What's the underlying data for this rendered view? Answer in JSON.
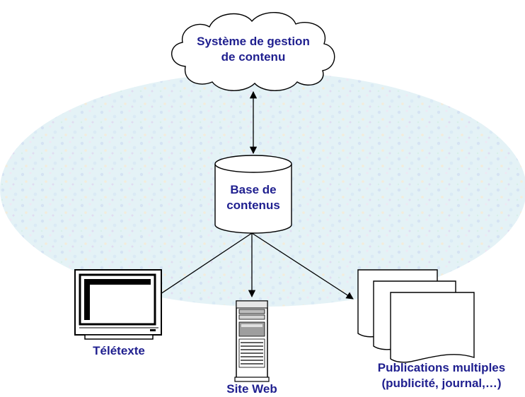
{
  "nodes": {
    "cms": {
      "line1": "Système de gestion",
      "line2": "de contenu"
    },
    "database": {
      "line1": "Base de",
      "line2": "contenus"
    },
    "teletext": {
      "label": "Télétexte"
    },
    "website": {
      "label": "Site Web"
    },
    "publications": {
      "line1": "Publications multiples",
      "line2": "(publicité, journal,…)"
    }
  },
  "colors": {
    "label_text": "#1f1f8f",
    "line": "#000000",
    "background_tint": "#cfe8f0"
  },
  "icons": [
    "cloud-icon",
    "database-cylinder-icon",
    "monitor-icon",
    "server-tower-icon",
    "document-stack-icon"
  ]
}
